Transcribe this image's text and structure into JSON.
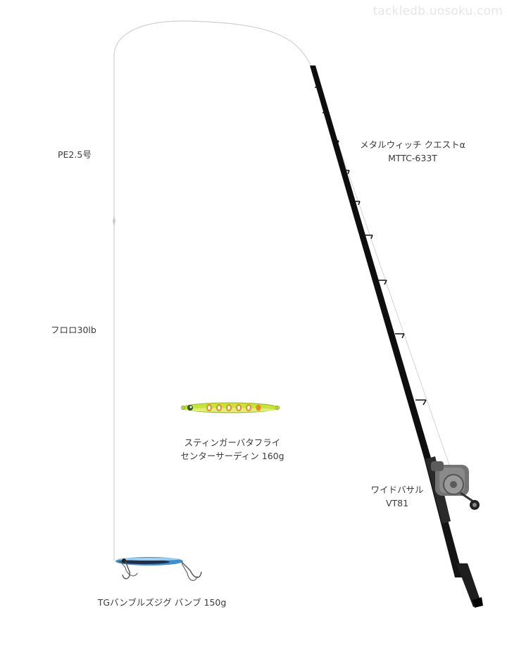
{
  "watermark": "tackledb.uosoku.com",
  "line": {
    "main": "PE2.5号",
    "leader": "フロロ30lb"
  },
  "rod": {
    "name": "メタルウィッチ クエストα",
    "model": "MTTC-633T"
  },
  "reel": {
    "name": "ワイドバサル",
    "model": "VT81"
  },
  "lure_1": {
    "name": "スティンガーバタフライ",
    "detail": "センターサーディン 160g",
    "color": "#c6e33a"
  },
  "lure_2": {
    "name": "TGバンブルズジグ バンブ 150g",
    "color": "#3d8fd0"
  },
  "colors": {
    "line": "#d0d0d0",
    "rod": "#111111",
    "reel": "#6e6e6e"
  }
}
